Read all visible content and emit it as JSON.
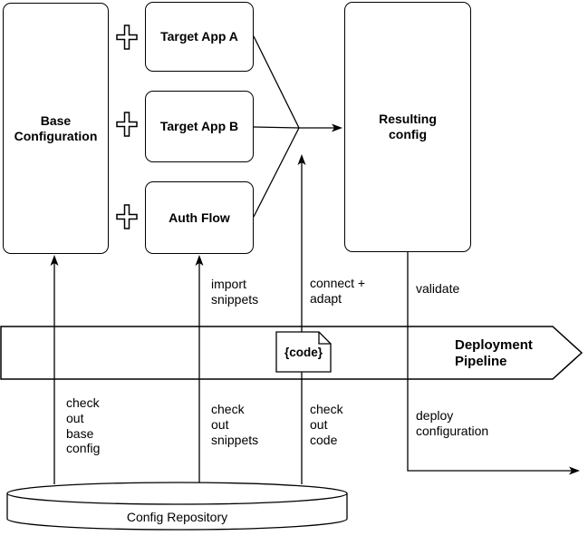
{
  "colors": {
    "stroke": "#000000",
    "fill": "#ffffff",
    "text": "#000000"
  },
  "nodes": {
    "base_configuration": {
      "label": "Base\nConfiguration"
    },
    "target_app_a": {
      "label": "Target App A"
    },
    "target_app_b": {
      "label": "Target App B"
    },
    "auth_flow": {
      "label": "Auth Flow"
    },
    "resulting_config": {
      "label": "Resulting\nconfig"
    },
    "code_document": {
      "label": "{code}"
    },
    "config_repository": {
      "label": "Config Repository"
    },
    "deployment_pipeline": {
      "label": "Deployment\nPipeline"
    }
  },
  "edge_labels": {
    "import_snippets": "import\nsnippets",
    "connect_adapt": "connect +\nadapt",
    "validate": "validate",
    "check_out_base_config": "check\nout\nbase\nconfig",
    "check_out_snippets": "check\nout\nsnippets",
    "check_out_code": "check\nout\ncode",
    "deploy_configuration": "deploy\nconfiguration"
  },
  "icons": {
    "plus_operator": "plus-cross-outline",
    "document_icon": "folded-corner-document",
    "repository_icon": "database-cylinder",
    "pipeline_icon": "right-pointing-band-arrow"
  }
}
